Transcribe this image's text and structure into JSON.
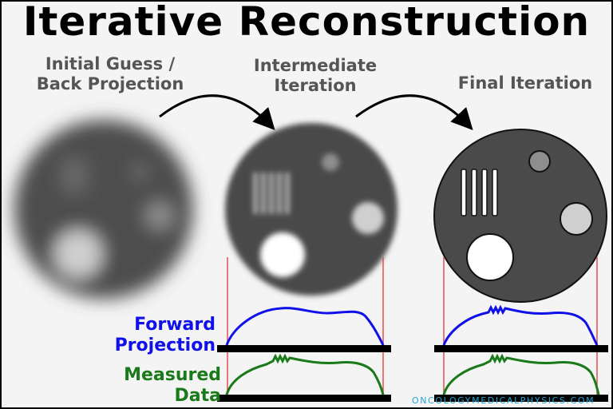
{
  "title": "Iterative Reconstruction",
  "stages": {
    "initial": "Initial Guess /\nBack Projection",
    "intermediate": "Intermediate\nIteration",
    "final": "Final Iteration"
  },
  "labels": {
    "forward": "Forward\nProjection",
    "measured": "Measured\nData"
  },
  "credit": "ONCOLOGYMEDICALPHYSICS.COM",
  "colors": {
    "forward": "#1010e8",
    "measured": "#1a7a1a",
    "credit": "#22a7d8",
    "marker": "#e05050",
    "phantom": "#4a4a4a"
  }
}
